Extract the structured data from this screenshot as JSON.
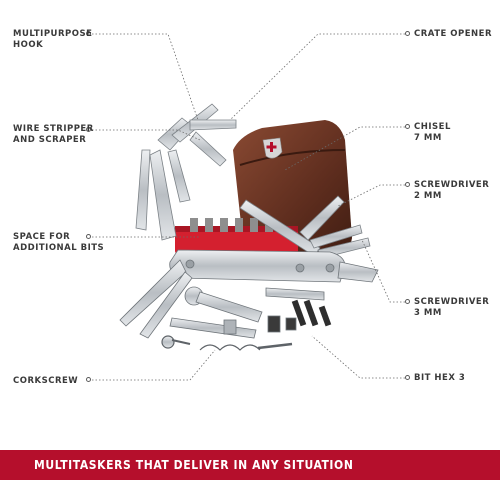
{
  "labels": {
    "multipurpose_hook": [
      "MULTIPURPOSE",
      "HOOK"
    ],
    "wire_stripper": [
      "WIRE STRIPPER",
      "AND SCRAPER"
    ],
    "space_bits": [
      "SPACE FOR",
      "ADDITIONAL BITS"
    ],
    "corkscrew": [
      "CORKSCREW"
    ],
    "crate_opener": [
      "CRATE OPENER"
    ],
    "chisel": [
      "CHISEL",
      "7 MM"
    ],
    "screwdriver_2": [
      "SCREWDRIVER",
      "2 MM"
    ],
    "screwdriver_3": [
      "SCREWDRIVER",
      "3 MM"
    ],
    "bit_hex": [
      "BIT HEX 3"
    ]
  },
  "banner": {
    "text": "MULTITASKERS THAT DELIVER IN ANY SITUATION"
  },
  "colors": {
    "banner": "#b50f2c",
    "leather": "#6b3423",
    "bits_red": "#d4202f",
    "steel": "#c9cdd1"
  }
}
